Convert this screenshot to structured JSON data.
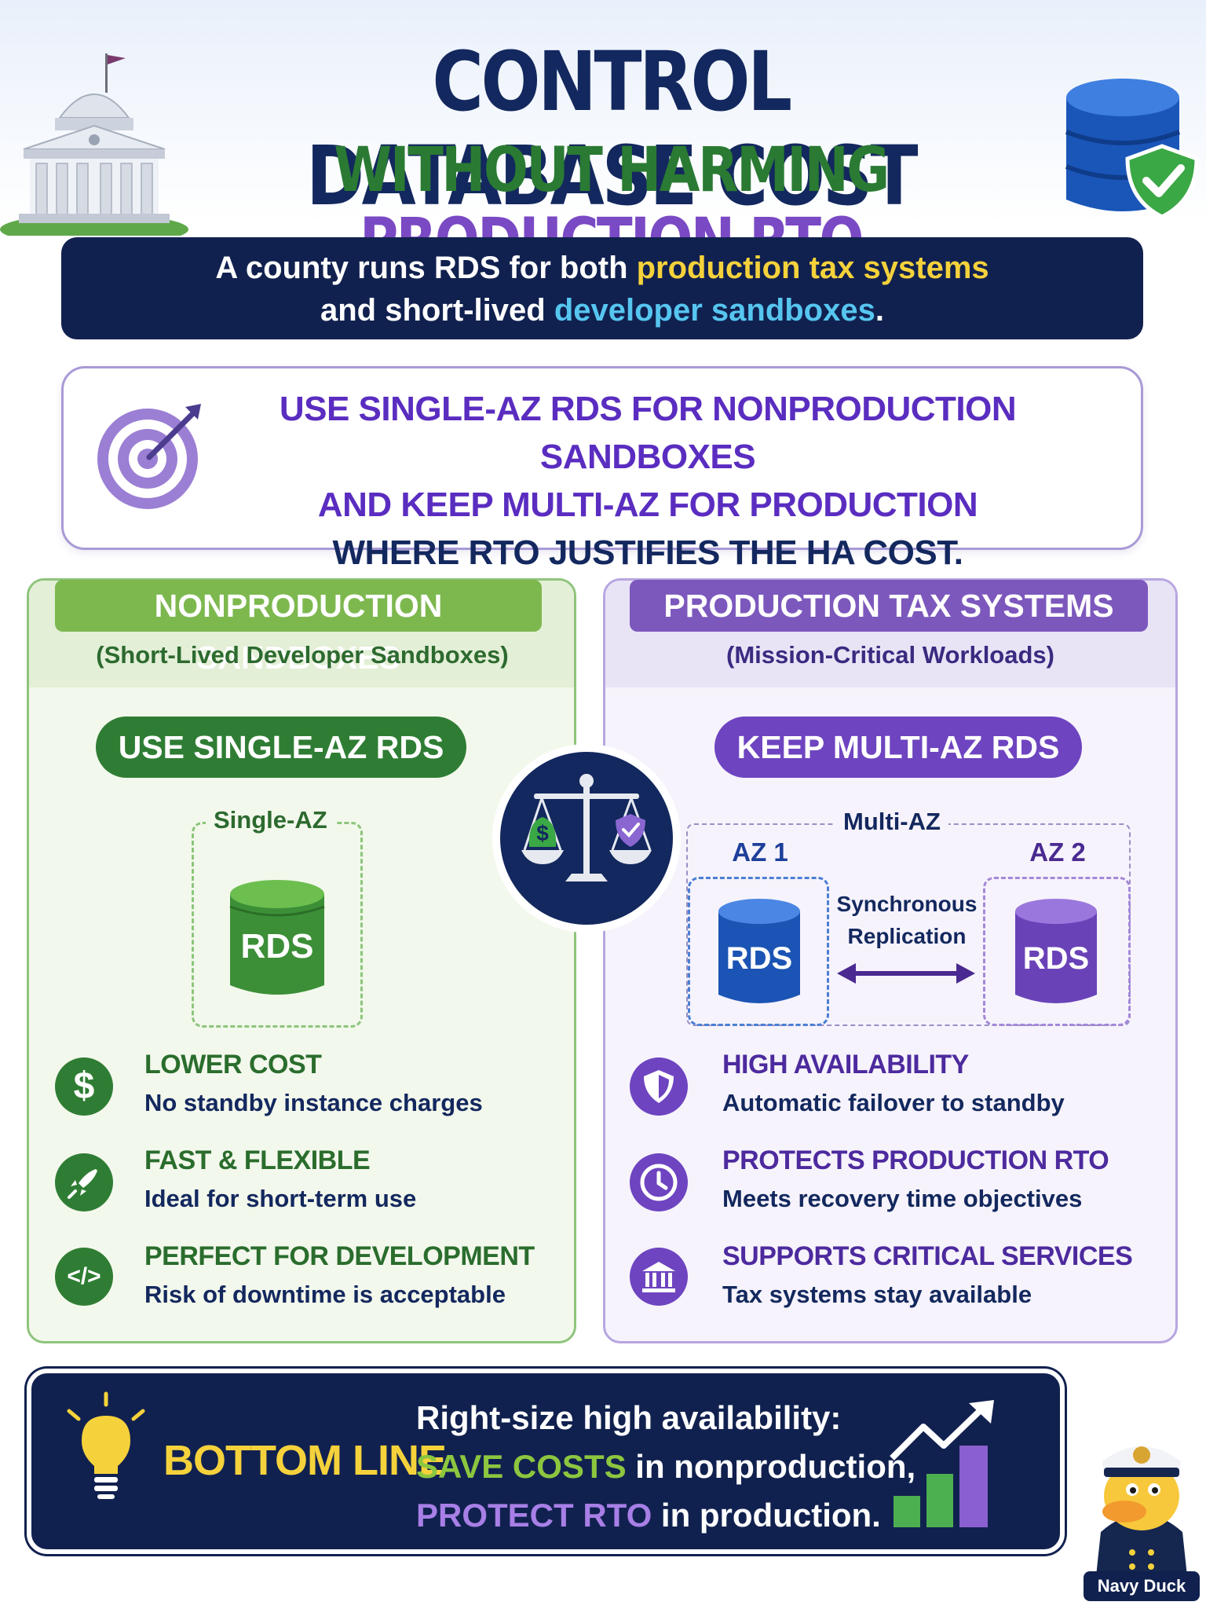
{
  "title": {
    "line1": "CONTROL DATABASE COST",
    "line2_green": "WITHOUT HARMING",
    "line2_purple": "PRODUCTION RTO"
  },
  "intro": {
    "line1_a": "A county runs RDS for both ",
    "line1_highlight": "production tax systems",
    "line2_a": "and short-lived ",
    "line2_highlight": "developer sandboxes",
    "line2_end": "."
  },
  "recommendation": {
    "line1": "USE SINGLE-AZ RDS FOR NONPRODUCTION SANDBOXES",
    "line2": "AND KEEP MULTI-AZ FOR PRODUCTION",
    "line3": "WHERE RTO JUSTIFIES THE HA COST."
  },
  "left": {
    "heading": "NONPRODUCTION SANDBOXES",
    "subheading": "(Short-Lived Developer Sandboxes)",
    "pill": "USE SINGLE-AZ RDS",
    "diagram_label": "Single-AZ",
    "db_label": "RDS",
    "features": [
      {
        "icon": "dollar-icon",
        "title": "LOWER COST",
        "desc": "No standby instance charges"
      },
      {
        "icon": "rocket-icon",
        "title": "FAST & FLEXIBLE",
        "desc": "Ideal for short-term use"
      },
      {
        "icon": "code-icon",
        "title": "PERFECT FOR DEVELOPMENT",
        "desc": "Risk of downtime is acceptable"
      }
    ]
  },
  "right": {
    "heading": "PRODUCTION TAX SYSTEMS",
    "subheading": "(Mission-Critical Workloads)",
    "pill": "KEEP MULTI-AZ RDS",
    "diagram_label": "Multi-AZ",
    "az1": "AZ 1",
    "az2": "AZ 2",
    "db_label": "RDS",
    "replication_line1": "Synchronous",
    "replication_line2": "Replication",
    "features": [
      {
        "icon": "shield-icon",
        "title": "HIGH AVAILABILITY",
        "desc": "Automatic failover to standby"
      },
      {
        "icon": "clock-icon",
        "title": "PROTECTS PRODUCTION RTO",
        "desc": "Meets recovery time objectives"
      },
      {
        "icon": "bank-icon",
        "title": "SUPPORTS CRITICAL SERVICES",
        "desc": "Tax systems stay available"
      }
    ]
  },
  "bottom_line": {
    "label": "BOTTOM LINE",
    "line1": "Right-size high availability:",
    "line2_highlight": "SAVE COSTS",
    "line2_rest": " in nonproduction,",
    "line3_highlight": "PROTECT RTO",
    "line3_rest": " in production."
  },
  "mascot": {
    "label": "Navy Duck"
  },
  "colors": {
    "navy": "#11214f",
    "green": "#2f7d34",
    "purple": "#6e44c0",
    "blue": "#1b54b4",
    "yellow": "#f5d23b"
  }
}
